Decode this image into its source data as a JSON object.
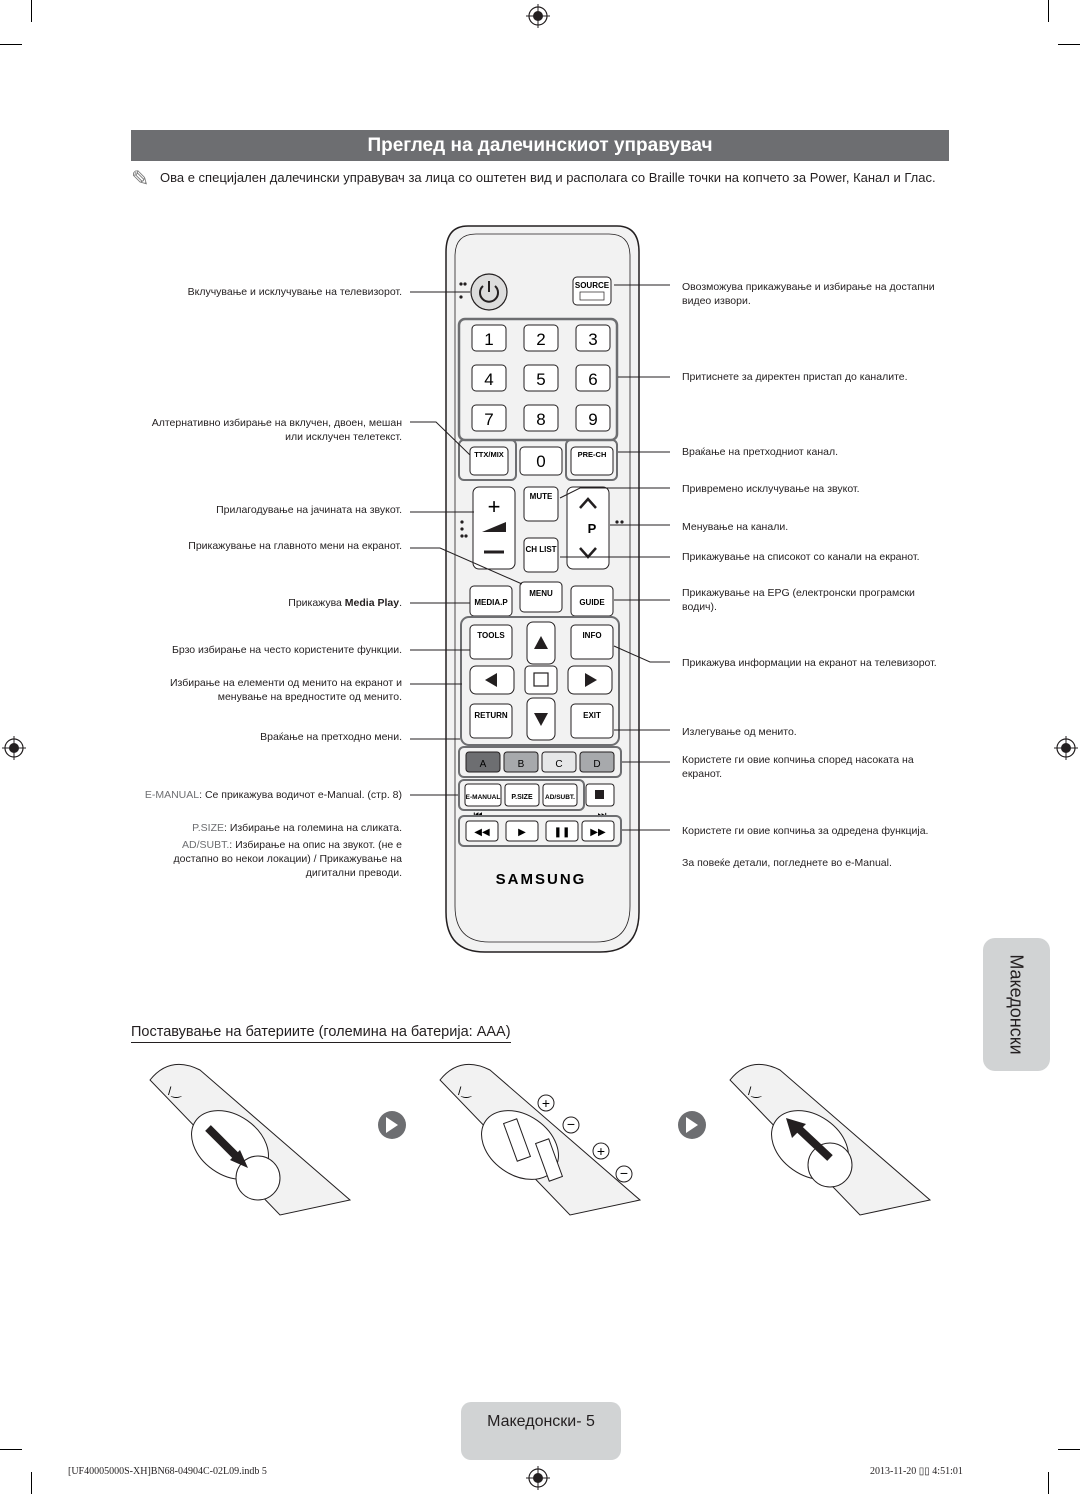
{
  "page": {
    "title": "Преглед на далечинскиот управувач",
    "note": "Ова е специјален далечински управувач за лица со оштетен вид и располага со Braille точки на копчето за Power, Канал и Глас.",
    "section_title": "Поставување на батериите (големина на батерија: AAA)",
    "side_tab": "Македонски",
    "page_label": "Македонски- 5",
    "footer_left": "[UF40005000S-XH]BN68-04904C-02L09.indb   5",
    "footer_right": "2013-11-20   ▯▯ 4:51:01"
  },
  "labels_left": {
    "power": "Вклучување и исклучување на телевизорот.",
    "teletext": "Алтернативно избирање на вклучен, двоен, мешан или исклучен телетекст.",
    "volume": "Прилагодување на јачината на звукот.",
    "menu": "Прикажување на главното мени на екранот.",
    "mediap_prefix": "Прикажува ",
    "mediap_name": "Media Play",
    "mediap_suffix": ".",
    "tools": "Брзо избирање на често користените функции.",
    "navigate": "Избирање на елементи од менито на екранот и менување на вредностите од менито.",
    "return": "Враќање на претходно мени.",
    "emanual_key": "E-MANUAL",
    "emanual_text": ": Се прикажува водичот e-Manual. (стр. 8)",
    "psize_key": "P.SIZE",
    "psize_text": ": Избирање на големина на сликата.",
    "adsubt_key": "AD/SUBT.",
    "adsubt_text": ": Избирање на опис на звукот. (не е достапно во некои локации) / Прикажување на дигитални преводи."
  },
  "labels_right": {
    "source": "Овозможува прикажување и избирање на достапни видео извори.",
    "numbers": "Притиснете за директен пристап до каналите.",
    "prech": "Враќање на претходниот канал.",
    "mute": "Привремено исклучување на звукот.",
    "channel": "Менување на канали.",
    "chlist": "Прикажување на списокот со канали на екранот.",
    "guide": "Прикажување на EPG (електронски програмски водич).",
    "info": "Прикажува информации на екранот на телевизорот.",
    "exit": "Излегување од менито.",
    "colors": "Користете ги овие копчиња според насоката на екранот.",
    "playback": "Користете ги овие копчиња за одредена функција.",
    "playback_more": "За повеќе детали, погледнете во e-Manual."
  },
  "remote": {
    "source": "SOURCE",
    "digits": [
      "1",
      "2",
      "3",
      "4",
      "5",
      "6",
      "7",
      "8",
      "9",
      "0"
    ],
    "ttx": "TTX/MIX",
    "prech": "PRE-CH",
    "mute": "MUTE",
    "chlist": "CH LIST",
    "p": "P",
    "mediap": "MEDIA.P",
    "menu": "MENU",
    "guide": "GUIDE",
    "tools": "TOOLS",
    "info": "INFO",
    "return": "RETURN",
    "exit": "EXIT",
    "colors": [
      "A",
      "B",
      "C",
      "D"
    ],
    "emanual": "E-MANUAL",
    "psize": "P.SIZE",
    "adsubt": "AD/SUBT.",
    "brand": "SAMSUNG"
  },
  "colors": {
    "title_bar": "#6d6e71",
    "accent_text": "#6d6e71",
    "tab_bg": "#d1d3d4",
    "remote_body": "#f2f2f2",
    "button_outline": "#231f20"
  },
  "icons": [
    "power-icon",
    "note-pencil-icon",
    "registration-mark-icon",
    "arrow-right-icon",
    "plus-icon",
    "minus-icon"
  ]
}
